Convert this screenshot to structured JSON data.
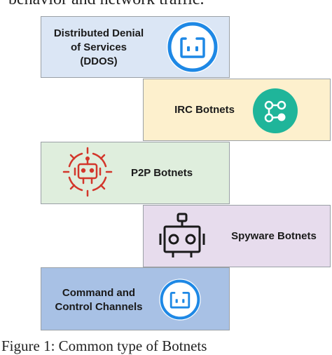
{
  "top_text": "behavior and network traffic.",
  "cards": [
    {
      "lines": [
        "Distributed Denial",
        "of Services",
        "(DDOS)"
      ],
      "fill": "#dbe6f5",
      "icon": "bot-face-icon"
    },
    {
      "lines": [
        "IRC Botnets"
      ],
      "fill": "#fdf0cd",
      "icon": "share-nodes-icon"
    },
    {
      "lines": [
        "P2P Botnets"
      ],
      "fill": "#dfeedd",
      "icon": "robot-target-icon"
    },
    {
      "lines": [
        "Spyware Botnets"
      ],
      "fill": "#e7dced",
      "icon": "robot-antenna-icon"
    },
    {
      "lines": [
        "Command and",
        "Control Channels"
      ],
      "fill": "#a8c1e5",
      "icon": "bot-face-icon"
    }
  ],
  "caption": "Figure 1: Common type of Botnets",
  "colors": {
    "border": "#9aa0a6",
    "blue_icon": "#1e88e5",
    "teal_icon": "#1fb59a",
    "red_icon": "#d3362b",
    "dark_icon": "#1a1a1a"
  }
}
